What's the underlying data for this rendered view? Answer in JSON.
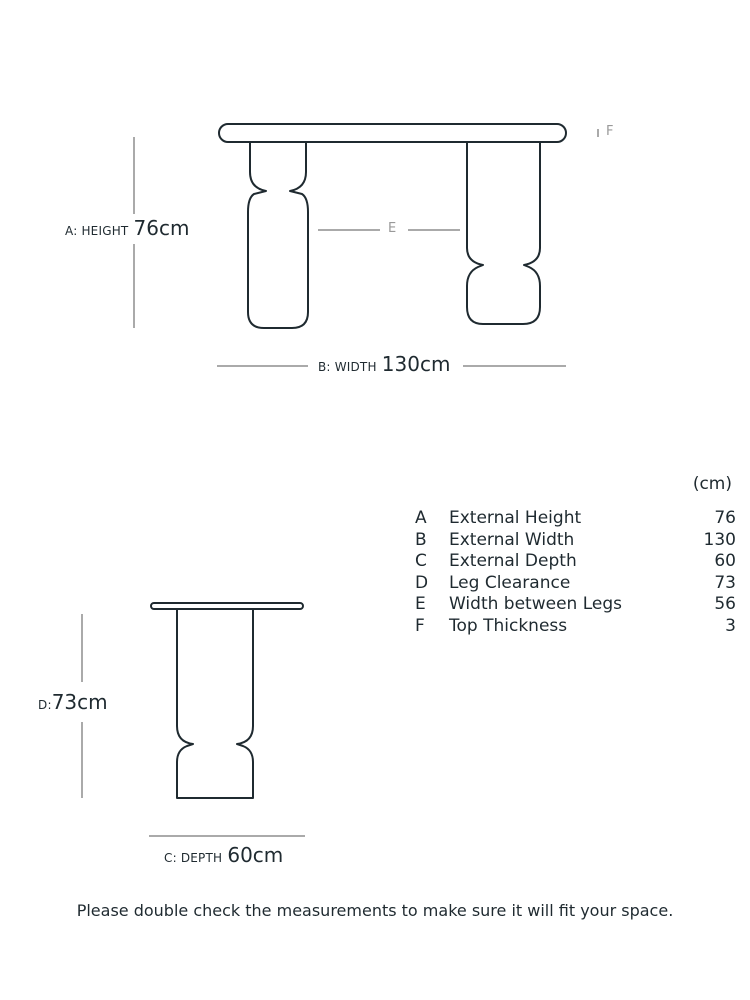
{
  "front_view": {
    "height": {
      "label": "A: HEIGHT",
      "value": "76cm"
    },
    "width": {
      "label": "B: WIDTH",
      "value": "130cm"
    },
    "between_legs_marker": "E",
    "top_thickness_marker": "F"
  },
  "side_view": {
    "leg_clearance": {
      "label": "D:",
      "value": "73cm"
    },
    "depth": {
      "label": "C: DEPTH",
      "value": "60cm"
    }
  },
  "dimensions_table": {
    "unit": "(cm)",
    "rows": [
      {
        "letter": "A",
        "label": "External Height",
        "value": "76"
      },
      {
        "letter": "B",
        "label": "External Width",
        "value": "130"
      },
      {
        "letter": "C",
        "label": "External Depth",
        "value": "60"
      },
      {
        "letter": "D",
        "label": "Leg Clearance",
        "value": "73"
      },
      {
        "letter": "E",
        "label": "Width between Legs",
        "value": "56"
      },
      {
        "letter": "F",
        "label": "Top Thickness",
        "value": "3"
      }
    ]
  },
  "footer_note": "Please double check the measurements to make sure it will fit your space."
}
